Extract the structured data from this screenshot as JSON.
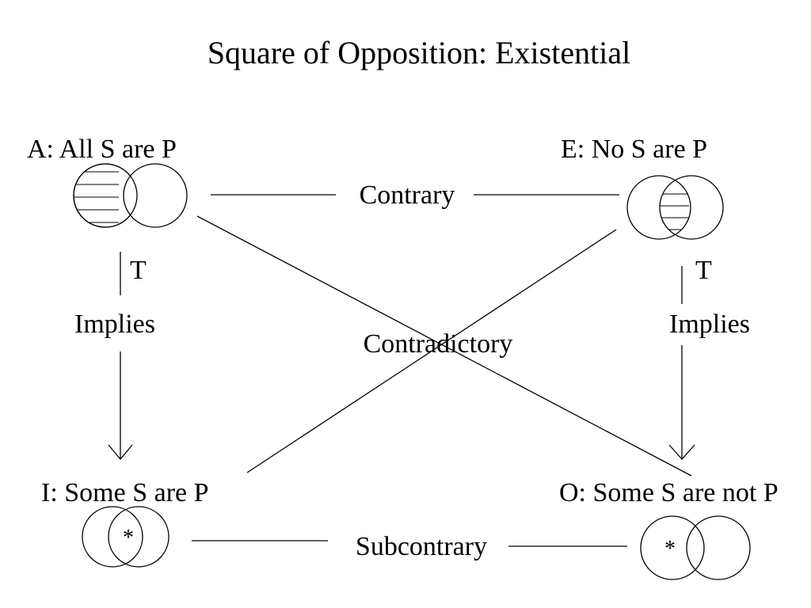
{
  "title": "Square of Opposition:  Existential",
  "corners": {
    "a": {
      "label": "A: All S are P"
    },
    "e": {
      "label": "E: No S are P"
    },
    "i": {
      "label": "I: Some S are P",
      "mark": "*"
    },
    "o": {
      "label": "O:  Some S are not P",
      "mark": "*"
    }
  },
  "relations": {
    "contrary": "Contrary",
    "contradictory": "Contradictory",
    "subcontrary": "Subcontrary",
    "implies_left": "Implies",
    "implies_right": "Implies",
    "truth_left": "T",
    "truth_right": "T"
  }
}
